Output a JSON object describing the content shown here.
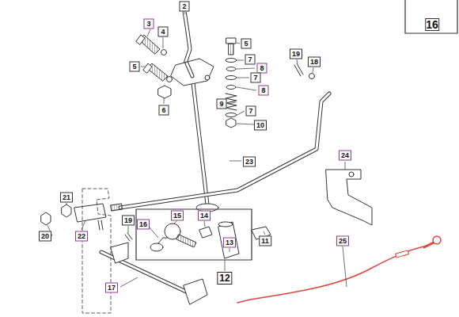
{
  "diagram": {
    "labels": [
      "16",
      "2",
      "3",
      "4",
      "5",
      "5",
      "7",
      "8",
      "7",
      "8",
      "19",
      "18",
      "9",
      "6",
      "7",
      "10",
      "23",
      "24",
      "21",
      "14",
      "15",
      "16",
      "19",
      "11",
      "20",
      "22",
      "13",
      "25",
      "12",
      "17"
    ]
  }
}
